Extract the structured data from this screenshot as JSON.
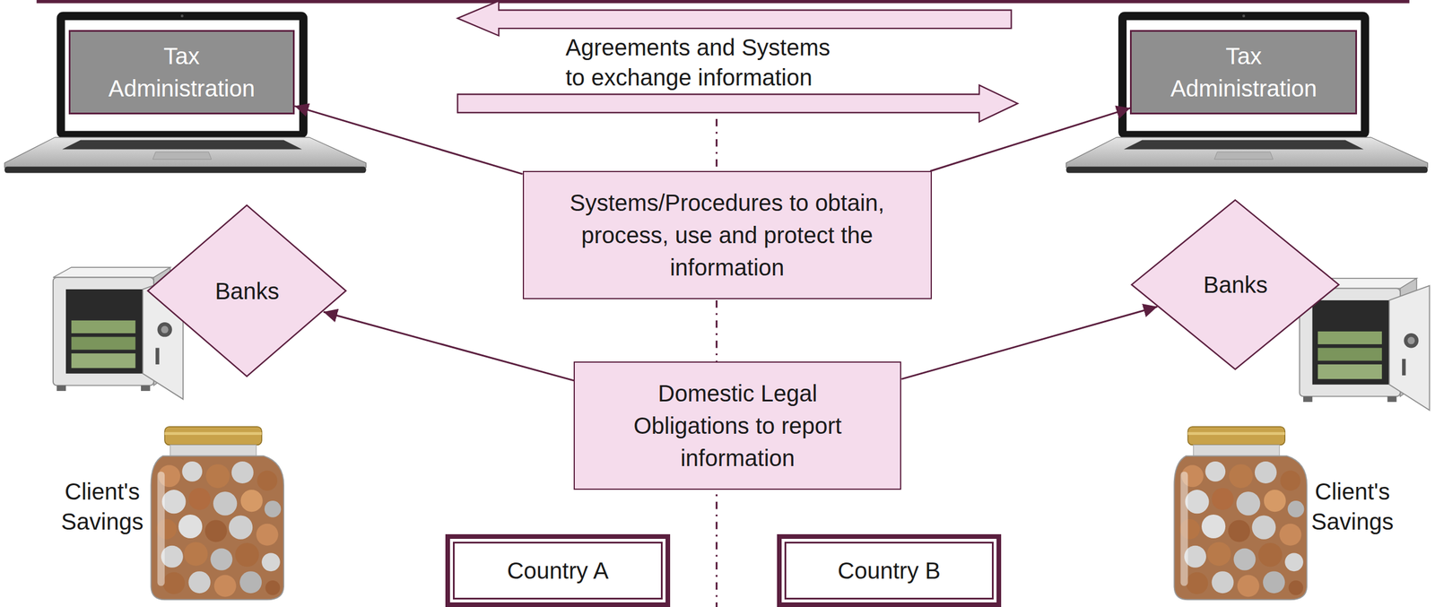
{
  "diagram": {
    "nodes": [
      {
        "text": [
          "Tax Administration"
        ]
      },
      {
        "text": [
          "Tax Administration"
        ]
      },
      {
        "text": [
          "Systems/Procedures to obtain, process, use and protect the information"
        ]
      },
      {
        "text": [
          "Banks"
        ]
      },
      {
        "text": [
          "Banks"
        ]
      },
      {
        "text": [
          "Domestic Legal Obligations to report information"
        ]
      },
      {
        "text": [
          "Country A"
        ]
      },
      {
        "text": [
          "Country B"
        ]
      }
    ],
    "edges": [
      {
        "from": 2,
        "to": 0,
        "arrow": "to"
      },
      {
        "from": 2,
        "to": 1,
        "arrow": "to"
      },
      {
        "from": 5,
        "to": 3,
        "arrow": "to"
      },
      {
        "from": 5,
        "to": 4,
        "arrow": "to"
      }
    ],
    "labels": [
      "Agreements and Systems to exchange information",
      "Client's Savings",
      "Client's Savings"
    ]
  }
}
